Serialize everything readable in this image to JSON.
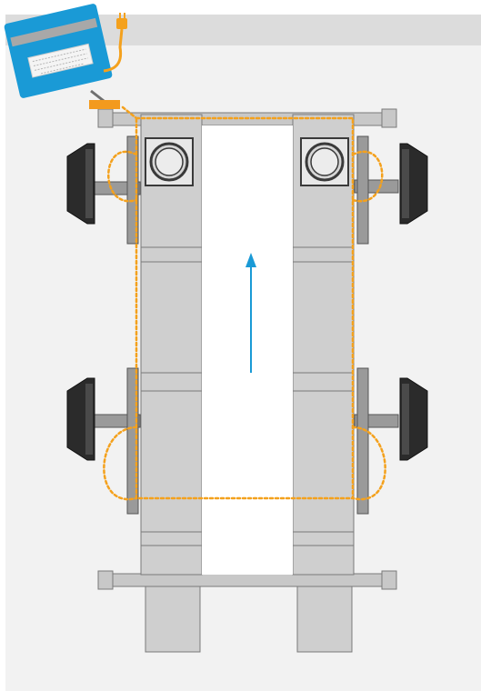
{
  "colors": {
    "panel_background": "#f2f2f2",
    "header_band": "#dcdcdc",
    "rail_fill": "#c8c8c8",
    "rail_stroke": "#7a7a7a",
    "runway_fill": "#cfcfcf",
    "runway_inner": "#e8e8e8",
    "tablet_blue": "#1a9ad6",
    "tablet_stripe": "#a8a8a8",
    "cable_orange": "#f4a11d",
    "connector_orange": "#f39a1e",
    "arrow_blue": "#1a9ad6",
    "sensor_dark": "#2b2b2b",
    "turntable": "#3a3a3a"
  },
  "icons": {
    "tablet": "computer-tablet-icon",
    "power_plug": "power-plug-icon",
    "sensor_head": "wheel-sensor-icon",
    "turntable": "turntable-icon",
    "direction_arrow": "drive-direction-arrow-icon"
  },
  "diagram": {
    "vehicle_direction": "forward",
    "sensor_count": 4,
    "turntable_count": 2
  }
}
